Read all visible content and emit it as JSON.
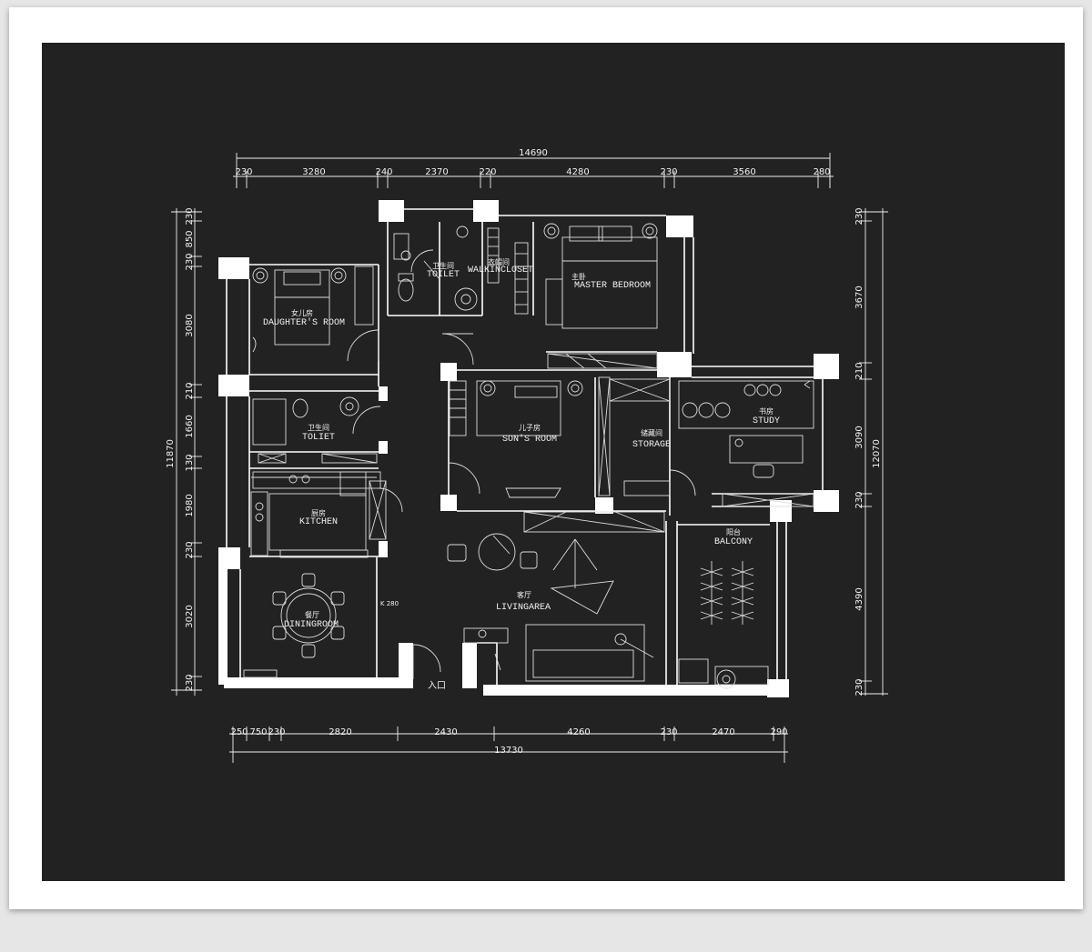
{
  "dimensions": {
    "top_total": "14690",
    "top_segments": [
      "230",
      "3280",
      "240",
      "2370",
      "220",
      "4280",
      "230",
      "3560",
      "280"
    ],
    "bottom_total": "13730",
    "bottom_segments": [
      "250",
      "750",
      "230",
      "2820",
      "2430",
      "4260",
      "230",
      "2470",
      "290"
    ],
    "left_total": "11870",
    "left_segments": [
      "230",
      "850",
      "230",
      "3080",
      "210",
      "1660",
      "130",
      "1980",
      "230",
      "3020",
      "230"
    ],
    "right_total": "12070",
    "right_segments": [
      "230",
      "3670",
      "210",
      "3090",
      "230",
      "4390",
      "230"
    ],
    "door_note": "K 280"
  },
  "rooms": {
    "toilet_top": {
      "cn": "卫生间",
      "en": "TOILET"
    },
    "walkin_closet": {
      "cn": "衣帽间",
      "en": "WALKINCLOSET"
    },
    "master_bedroom": {
      "cn": "主卧",
      "en": "MASTER BEDROOM"
    },
    "daughters_room": {
      "cn": "女儿房",
      "en": "DAUGHTER'S ROOM"
    },
    "toilet_left": {
      "cn": "卫生间",
      "en": "TOLIET"
    },
    "sons_room": {
      "cn": "儿子房",
      "en": "SON'S ROOM"
    },
    "storage": {
      "cn": "储藏间",
      "en": "STORAGE"
    },
    "study": {
      "cn": "书房",
      "en": "STUDY"
    },
    "kitchen": {
      "cn": "厨房",
      "en": "KITCHEN"
    },
    "balcony": {
      "cn": "阳台",
      "en": "BALCONY"
    },
    "living_area": {
      "cn": "客厅",
      "en": "LIVINGAREA"
    },
    "dining_room": {
      "cn": "餐厅",
      "en": "DININGROOM"
    },
    "entrance": {
      "cn": "入口"
    }
  }
}
